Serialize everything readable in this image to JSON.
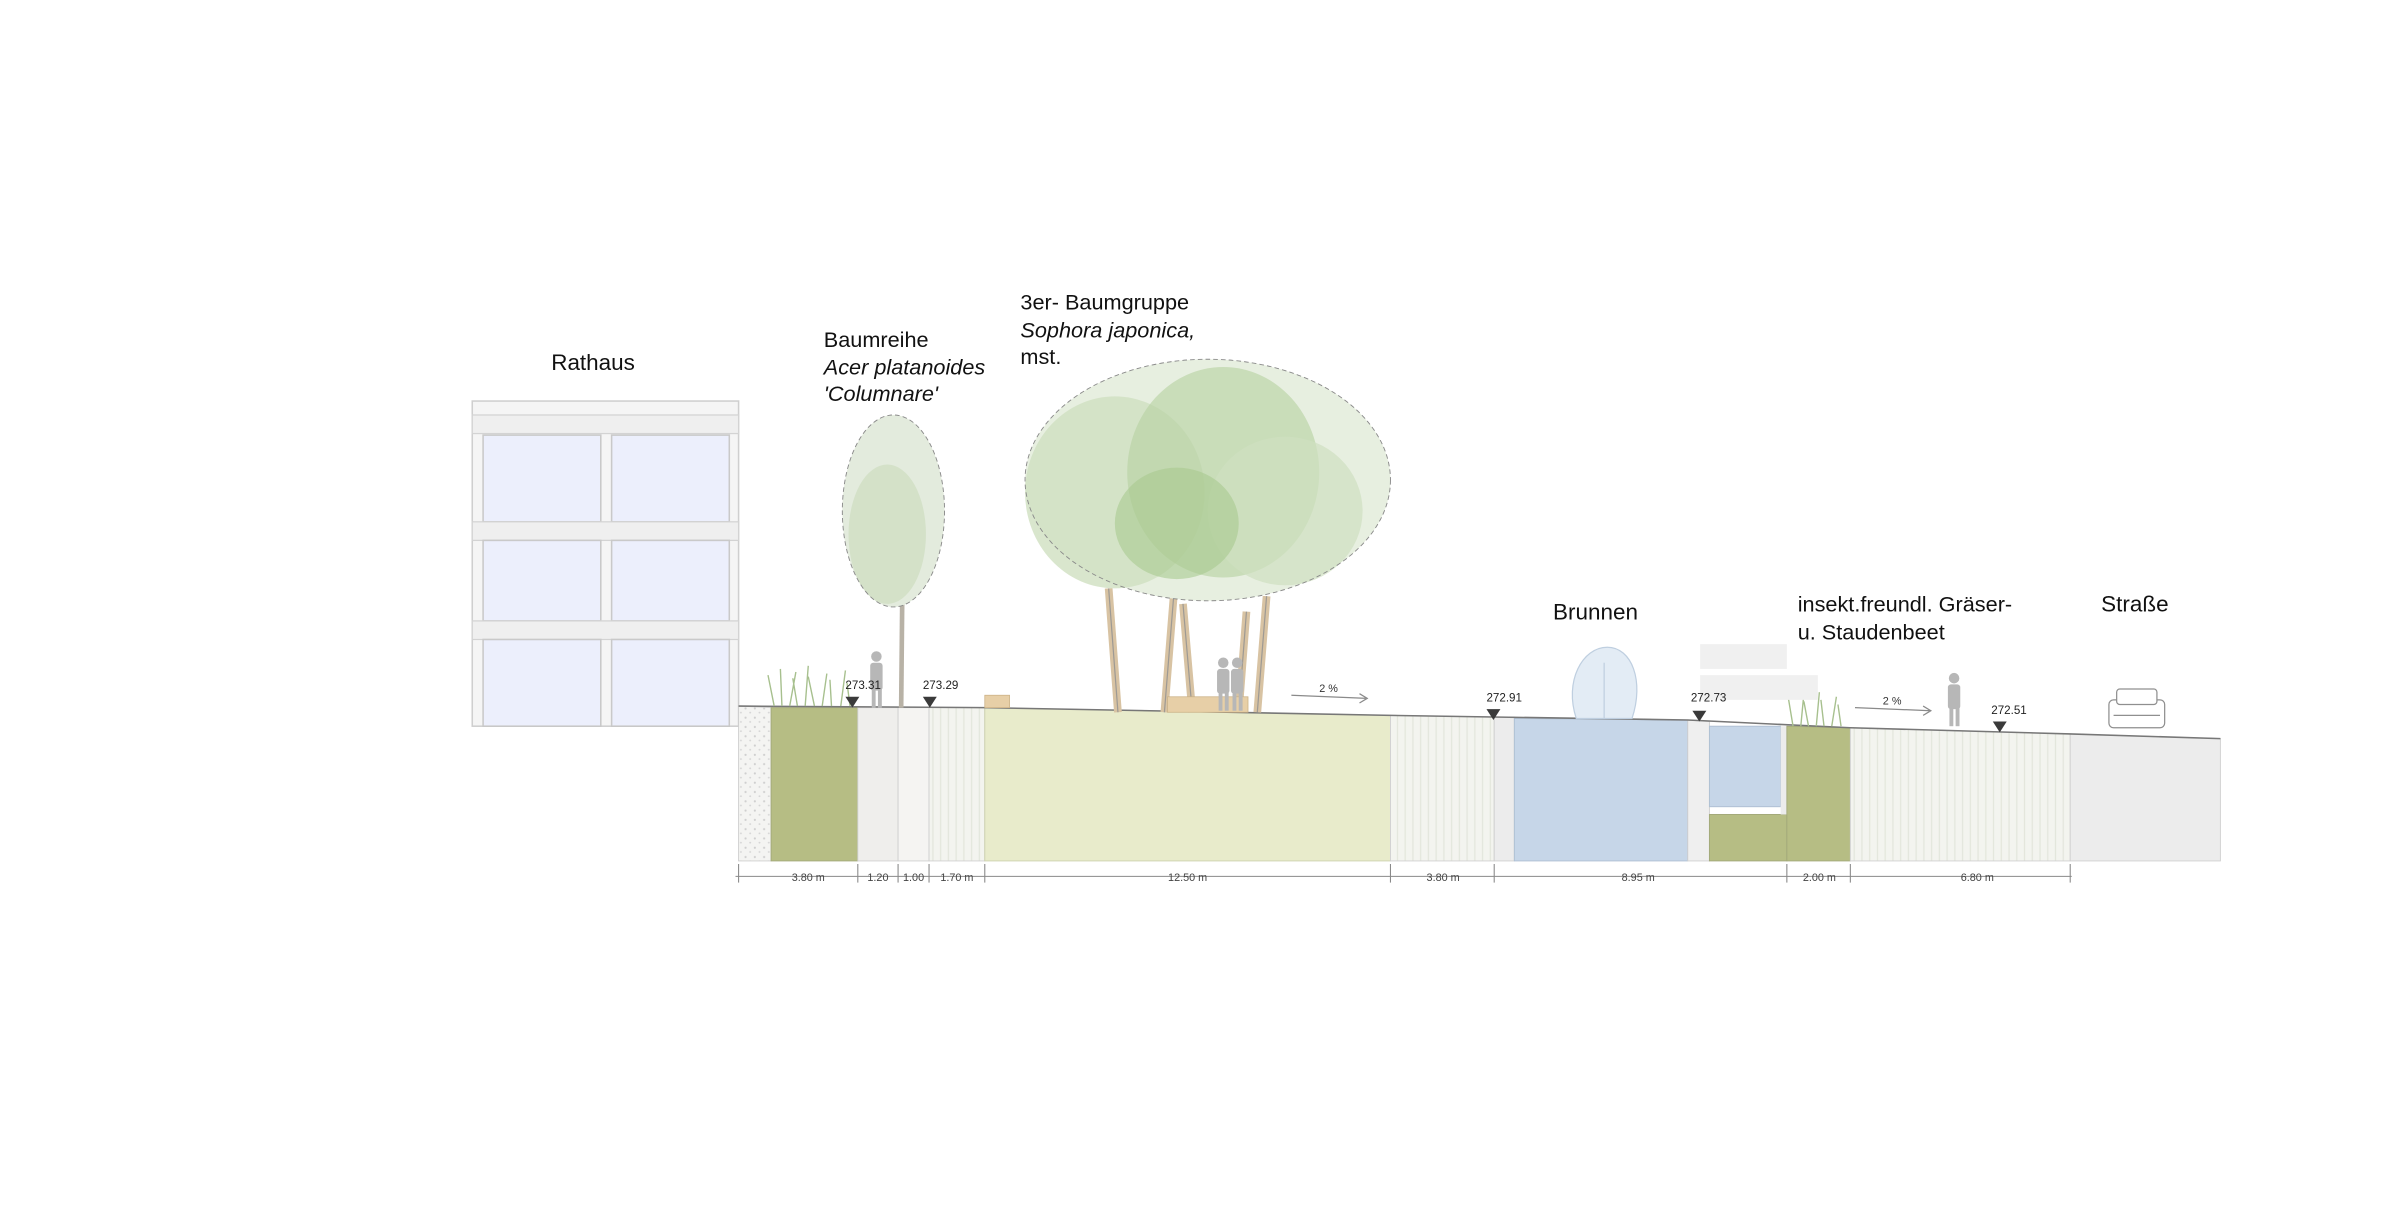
{
  "labels": {
    "rathaus": "Rathaus",
    "baumreihe_title": "Baumreihe",
    "baumreihe_species": "Acer platanoides",
    "baumreihe_cultivar": "'Columnare'",
    "baumgruppe_title": "3er- Baumgruppe",
    "baumgruppe_species": "Sophora japonica,",
    "baumgruppe_note": "mst.",
    "brunnen": "Brunnen",
    "beet_line1": "insekt.freundl. Gräser-",
    "beet_line2": "u. Staudenbeet",
    "strasse": "Straße"
  },
  "elevations": [
    "273.31",
    "273.29",
    "272.91",
    "272.73",
    "272.51"
  ],
  "slopes": [
    "2 %",
    "2 %"
  ],
  "dimensions": [
    "3.80 m",
    "1.20",
    "1.00",
    "1.70 m",
    "12.50 m",
    "3.80 m",
    "8.95 m",
    "2.00 m",
    "6.80 m"
  ],
  "colors": {
    "building_glass": "#eceffc",
    "planting_bed": "#b6bd84",
    "lawn": "#e8ebcb",
    "water": "#c6d6e8",
    "paving": "#f2f3ee",
    "road": "#ececec",
    "foliage": "#a9c98f"
  },
  "icons": [
    "person-silhouette-icon",
    "elevation-marker-icon",
    "car-icon",
    "fountain-icon",
    "bench-icon"
  ]
}
